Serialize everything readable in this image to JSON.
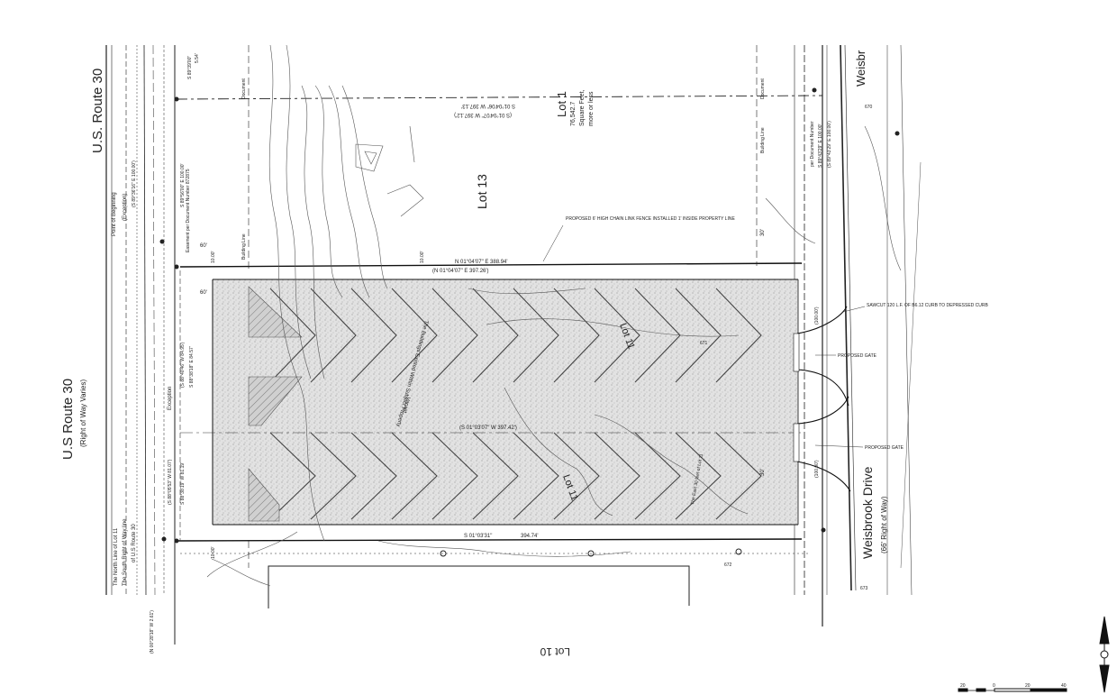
{
  "streets": {
    "us30_top": "U.S. Route 30",
    "us30_left": "U.S Route 30",
    "us30_row": "(Right of Way Varies)",
    "weisbrook_top": "Weisbr",
    "weisbrook": "Weisbrook Drive",
    "weisbrook_row": "(66' Right of Way)"
  },
  "lots": {
    "lot1": "Lot 1",
    "lot1_area": "76,542.7",
    "lot1_unit": "Square Feet,",
    "lot1_more": "more or less",
    "lot13": "Lot 13",
    "lot10": "Lot 10",
    "lot11a": "Lot 11",
    "lot11b": "Lot 11"
  },
  "bearings": {
    "north_line": "N 01°04'07\" E  388.94'",
    "north_line_rec": "(N 01°04'07\" E  397.26')",
    "south_line": "S 01°03'31\"",
    "south_dist": "394.74'",
    "center_line": "(S 01°03'07\" W  397.42')",
    "top_line": "S 01°04'06\" W  397.13'",
    "top_line_rec": "(S 01°04'07\" W  397.12')",
    "left_top": "S 89°56'00\" E  100.00'",
    "left_top_rec": "(S 89°36'16\" E  100.00')",
    "left_bearing_1": "S 88°38'18\" E  84.57'",
    "left_bearing_2": "(S 88°40'46\" W  84.95')",
    "left_bottom": "S 88°38'19\" W  81.19'",
    "left_bottom_rec": "(S 88°05'53\" W  81.07')",
    "west_bottom": "(N 00°28'18\" W  2.61')",
    "east_1": "S 89°43'29\" E  100.00'",
    "east_1_rec": "(S 89°43'29\" E  100.00')",
    "east_2": "(100.00')",
    "east_3": "(100.00')",
    "corner": "S 89°39'00\"",
    "corner_dist": "5.54'"
  },
  "notes": {
    "fence": "PROPOSED 6' HIGH CHAIN LINK FENCE INSTALLED 1' INSIDE PROPERTY LINE",
    "sawcut": "SAWCUT 120 L.F. OF B6.12 CURB TO DEPRESSED CURB",
    "gate1": "PROPOSED GATE",
    "gate2": "PROPOSED GATE",
    "subject": "The Buildings Existed Within Subject Property",
    "vacant": "Vacant",
    "exception": "Exception",
    "exception_top": "(Exception)",
    "pob": "Point of Beginning",
    "north_lot11": "The North Line of Lot 11",
    "south_row": "The South Right of Way line",
    "of_us30": "of U.S Route 30",
    "building_line": "Building Line",
    "document": "Document",
    "easement": "Easement per Document Number 872875",
    "doc_number": "per Document Number",
    "lot11_east": "The East 30 feet of Lot 11"
  },
  "dims": {
    "d60a": "60'",
    "d60b": "60'",
    "d30a": "30'",
    "d30b": "30'",
    "d10a": "10.00'",
    "d10b": "10.00'",
    "d10c": "10.00'"
  },
  "contours": [
    "670",
    "671",
    "672",
    "673"
  ],
  "scale": {
    "zero": "0",
    "mid": "20",
    "end": "40",
    "neg": "20"
  }
}
